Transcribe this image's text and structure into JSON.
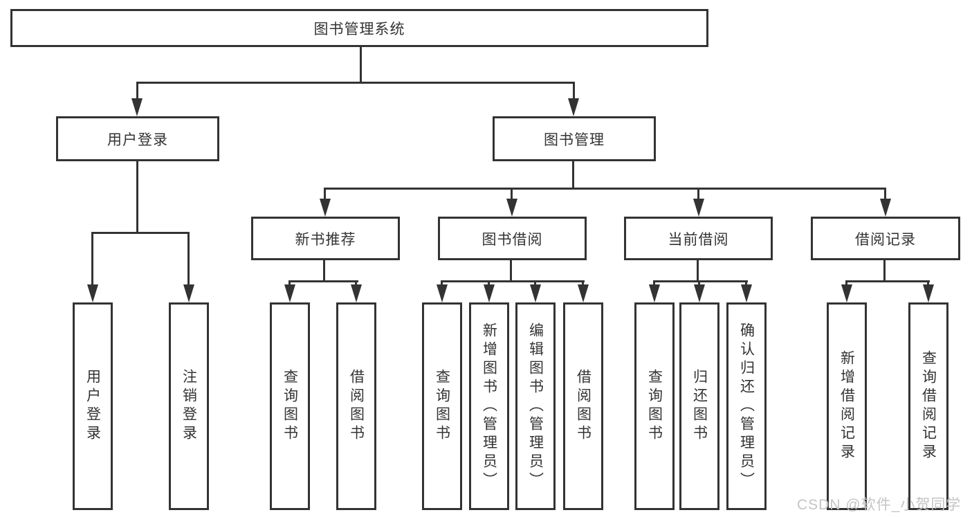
{
  "tree": {
    "label": "图书管理系统",
    "children": [
      {
        "label": "用户登录",
        "children": [
          {
            "label": "用户登录"
          },
          {
            "label": "注销登录"
          }
        ]
      },
      {
        "label": "图书管理",
        "children": [
          {
            "label": "新书推荐",
            "children": [
              {
                "label": "查询图书"
              },
              {
                "label": "借阅图书"
              }
            ]
          },
          {
            "label": "图书借阅",
            "children": [
              {
                "label": "查询图书"
              },
              {
                "label": "新增图书（管理员）"
              },
              {
                "label": "编辑图书（管理员）"
              },
              {
                "label": "借阅图书"
              }
            ]
          },
          {
            "label": "当前借阅",
            "children": [
              {
                "label": "查询图书"
              },
              {
                "label": "归还图书"
              },
              {
                "label": "确认归还（管理员）"
              }
            ]
          },
          {
            "label": "借阅记录",
            "children": [
              {
                "label": "新增借阅记录"
              },
              {
                "label": "查询借阅记录"
              }
            ]
          }
        ]
      }
    ]
  },
  "watermark": "CSDN @软件_小贺同学",
  "colors": {
    "line": "#333333",
    "text": "#333333",
    "watermark": "#c4c4c4",
    "background": "#ffffff"
  }
}
